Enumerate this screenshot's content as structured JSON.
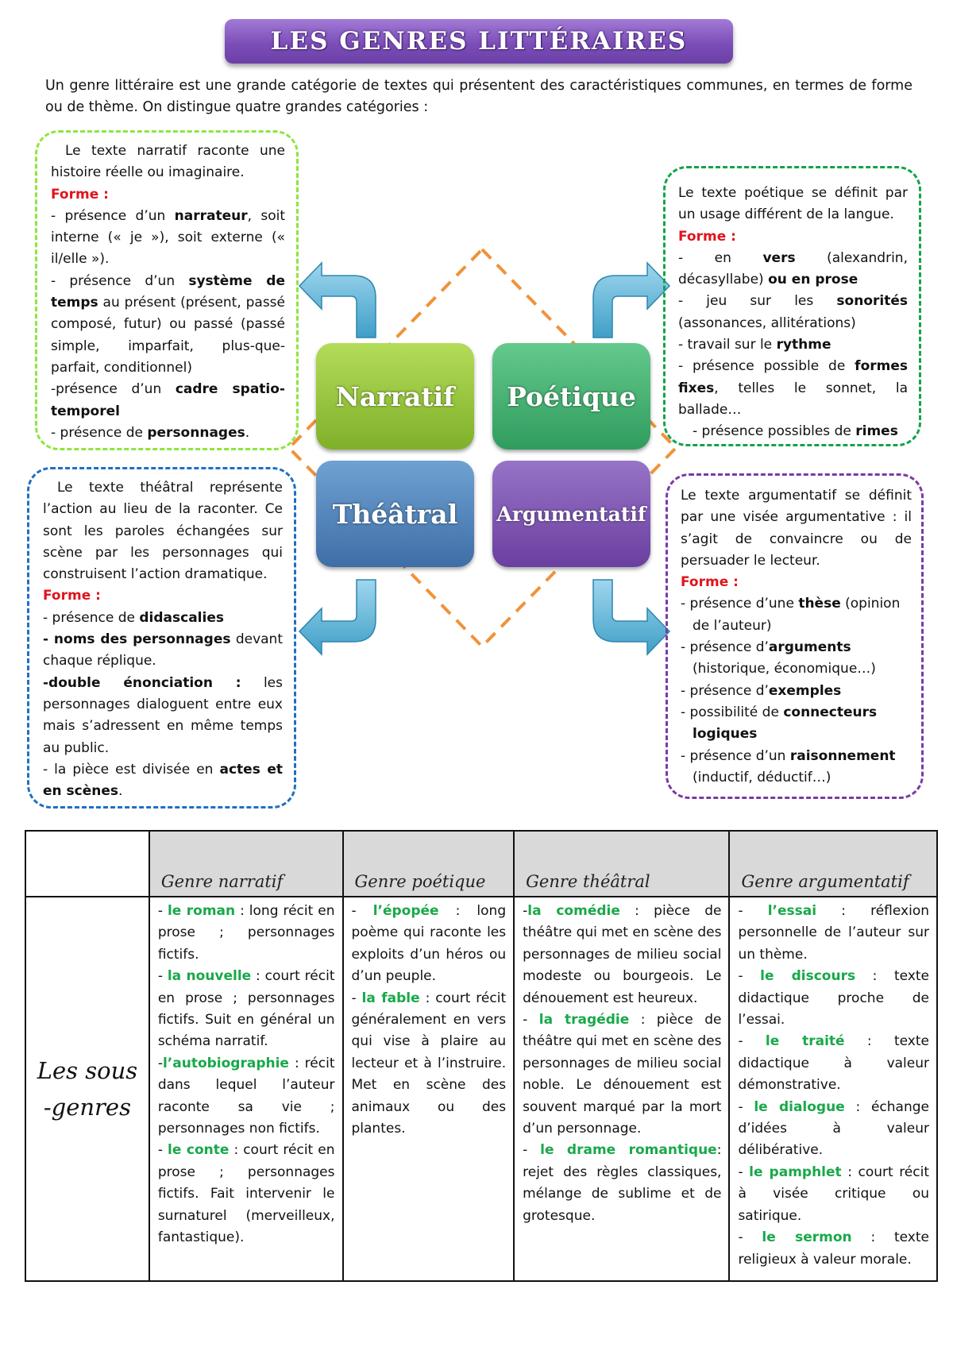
{
  "title": "LES GENRES LITTÉRAIRES",
  "intro": "Un genre littéraire est une grande catégorie de textes qui présentent des caractéristiques communes, en termes de forme ou de thème. On distingue quatre grandes catégories :",
  "diagram": {
    "narratif": "Narratif",
    "poetique": "Poétique",
    "theatral": "Théâtral",
    "argumentatif": "Argumentatif"
  },
  "colors": {
    "narratif": "#8ee63c",
    "poetique": "#12a44a",
    "theatral": "#1f6fc3",
    "argumentatif": "#7b3aa4",
    "forme": "#e0141c",
    "subgenre": "#19a84a",
    "diamond": "#f0923a"
  },
  "forme_label": "Forme :",
  "narratif_box": {
    "intro": "Le texte narratif raconte une histoire réelle ou imaginaire.",
    "l1a": "- présence d’un ",
    "l1b": "narrateur",
    "l1c": ", soit interne (« je »), soit externe (« il/elle »).",
    "l2a": "- présence d’un ",
    "l2b": "système de temps",
    "l2c": " au présent (présent, passé composé, futur) ou passé (passé simple, imparfait, plus-que-parfait, conditionnel)",
    "l3a": "-présence d’un ",
    "l3b": "cadre spatio-temporel",
    "l4a": "- présence de ",
    "l4b": "personnages",
    "l4c": "."
  },
  "poetique_box": {
    "intro": "Le texte poétique se définit par un usage différent de la langue.",
    "l1a": "- en ",
    "l1b": "vers",
    "l1c": " (alexandrin, décasyllabe) ",
    "l1d": "ou en prose",
    "l2a": "- jeu sur les ",
    "l2b": "sonorités",
    "l2c": " (assonances, allitérations)",
    "l3a": "- travail sur le ",
    "l3b": "rythme",
    "l4a": "- présence possible de ",
    "l4b": "formes fixes",
    "l4c": ", telles le sonnet, la ballade…",
    "l5a": "- présence possibles de ",
    "l5b": "rimes"
  },
  "theatral_box": {
    "intro": "Le texte théâtral représente l’action au lieu de la raconter. Ce sont les paroles échangées sur scène par les personnages qui construisent l’action dramatique.",
    "l1a": "- présence de ",
    "l1b": "didascalies",
    "l2b": "- noms des personnages",
    "l2c": " devant chaque réplique.",
    "l3b": "-double énonciation :",
    "l3c": " les personnages dialoguent entre eux mais s’adressent en même temps au public.",
    "l4a": "- la pièce est divisée en ",
    "l4b": "actes et en scènes",
    "l4c": "."
  },
  "argumentatif_box": {
    "intro": "Le texte argumentatif se définit par une visée argumentative : il s’agit de convaincre ou de persuader le lecteur.",
    "l1a": "- présence d’une ",
    "l1b": "thèse",
    "l1c": " (opinion de l’auteur)",
    "l2a": "- présence d’",
    "l2b": "arguments",
    "l2c": " (historique, économique…)",
    "l3a": "- présence d’",
    "l3b": "exemples",
    "l4a": "- possibilité de ",
    "l4b": "connecteurs logiques",
    "l5a": "- présence d’un ",
    "l5b": "raisonnement",
    "l5c": " (inductif, déductif…)"
  },
  "table": {
    "headers": [
      "Genre narratif",
      "Genre poétique",
      "Genre théâtral",
      "Genre argumentatif"
    ],
    "row_label": "Les sous -genres",
    "narratif": {
      "a1": "le roman",
      "a2": " : long récit en prose ; personnages fictifs.",
      "b1": "la nouvelle",
      "b2": " : court récit en prose ; personnages fictifs. Suit en général un schéma narratif.",
      "c1": "l’autobiographie",
      "c2": " : récit dans lequel l’auteur raconte sa vie ; personnages non fictifs.",
      "d1": "le conte",
      "d2": " : court récit en prose ; personnages fictifs. Fait intervenir le surnaturel (merveilleux, fantastique)."
    },
    "poetique": {
      "a1": "l’épopée",
      "a2": " : long poème qui raconte les exploits d’un héros ou d’un peuple.",
      "b1": "la fable",
      "b2": " : court récit généralement en vers qui vise à plaire au lecteur et à l’instruire. Met en scène des animaux ou des plantes."
    },
    "theatral": {
      "a1": "la comédie",
      "a2": " : pièce de théâtre qui met en scène des personnages de milieu social modeste ou bourgeois. Le dénouement est heureux.",
      "b1": "la tragédie",
      "b2": " : pièce de théâtre qui met en scène des personnages de milieu social noble. Le dénouement est souvent marqué par la mort d’un personnage.",
      "c1": "le drame romantique",
      "c2": ": rejet des règles classiques, mélange de sublime et de grotesque."
    },
    "argumentatif": {
      "a1": "l’essai",
      "a2": " : réflexion personnelle de l’auteur sur un thème.",
      "b1": "le discours",
      "b2": " : texte didactique proche de l’essai.",
      "c1": "le traité",
      "c2": " : texte didactique à valeur démonstrative.",
      "d1": "le dialogue",
      "d2": " : échange d’idées à valeur délibérative.",
      "e1": "le pamphlet",
      "e2": " : court récit à visée critique ou satirique.",
      "f1": "le sermon",
      "f2": " : texte religieux à valeur morale."
    }
  }
}
